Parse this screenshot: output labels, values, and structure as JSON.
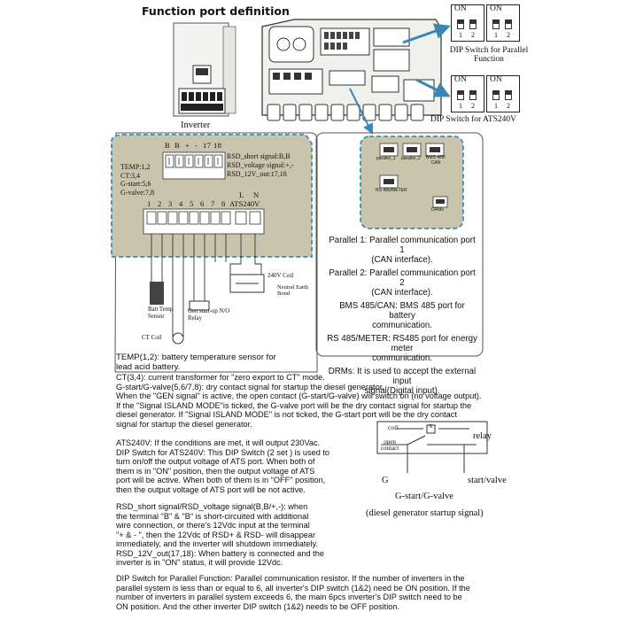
{
  "title": "Function port definition",
  "inverter_label": "Inverter",
  "dip_parallel": {
    "label": "DIP Switch for Parallel Function",
    "on": "ON",
    "numbers": [
      "1",
      "2"
    ]
  },
  "dip_ats": {
    "label": "DIP Switch for ATS240V",
    "on": "ON",
    "numbers": [
      "1",
      "2"
    ]
  },
  "left_panel": {
    "top_terminals": [
      "B",
      "B",
      "+",
      "-",
      "17",
      "18"
    ],
    "top_legend_left": [
      "TEMP:1,2",
      "CT:3,4",
      "G-start:5,6",
      "G-valve:7,8"
    ],
    "top_legend_right": [
      "RSD_short signal:B,B",
      "RSD_voltage signal:+,-",
      "RSD_12V_out:17,18"
    ],
    "bottom_numbers": [
      "1",
      "2",
      "3",
      "4",
      "5",
      "6",
      "7",
      "8"
    ],
    "ats_letters": [
      "L",
      "N"
    ],
    "ats_label": "ATS240V",
    "coil_label": "240V Coil",
    "neutral_label": "Neutral Earth Bond",
    "batt_label": "Batt Temp Sensor",
    "gen_label": "Gen start-up N/O Relay",
    "ct_label": "CT Coil"
  },
  "right_panel": {
    "port_labels": [
      "parallel_1",
      "parallel_2",
      "BMS 485/ CAN",
      "RS 485/METER",
      "DRMs"
    ],
    "items": [
      "Parallel 1: Parallel communication port 1\n(CAN interface).",
      "Parallel 2: Parallel communication port 2\n(CAN interface).",
      "BMS 485/CAN: BMS 485 port for battery\ncommunication.",
      "RS 485/METER: RS485 port for energy meter\ncommunication.",
      "DRMs: It is used to accept the external input\nsignal(Digital input)."
    ]
  },
  "text": {
    "temp": "TEMP(1,2): battery temperature sensor for\n                lead acid battery.",
    "ct_gen": "CT(3,4): current transformer for \"zero export to CT\" mode.\nG-start/G-valve(5,6/7,8): dry contact signal for startup the diesel generator.\nWhen the \"GEN signal\" is active, the open contact (G-start/G-valve) will switch on (no voltage output).\nIf the \"Signal ISLAND MODE\"is ticked, the G-valve port will be the dry contact signal for startup the\ndiesel generator. If \"Signal ISLAND MODE\" is not ticked, the G-start port will be the dry contact\nsignal for startup the diesel generator.",
    "ats": "ATS240V: If the conditions are met, it will output 230Vac.\nDIP Switch for ATS240V: This DIP Switch (2 set ) is used to\nturn on/off the output voltage of ATS port. When both of\nthem is in \"ON\" position, then the output voltage of ATS\nport will be active. When both of them is in \"OFF\" position,\nthen the output voltage of ATS port will be not active.",
    "rsd": "RSD_short signal/RSD_voltage signal(B,B/+,-): when\nthe terminal \"B\" & \"B\" is short-circuited with additional\nwire connection, or there's 12Vdc input at the terminal\n\"+ & - \", then the 12Vdc of RSD+ & RSD- will disappear\nimmediately, and the inverter will shutdown immediately.\nRSD_12V_out(17,18): When battery is connected and the\ninverter is in \"ON\" status, it will provide 12Vdc.",
    "dip_parallel": "DIP Switch for Parallel Function: Parallel communication resistor. If the number of inverters in the\nparallel system is less than or equal to 6, all inverter's DIP switch (1&2) need be ON position. If the\nnumber of inverters in parallel system exceeds 6, the main 6pcs inverter's DIP switch need to be\nON position. And the other inverter DIP switch  (1&2) needs to be OFF position."
  },
  "relay": {
    "coil": "coil",
    "x": "X",
    "relay": "relay",
    "open_contact": "open\ncontact",
    "g": "G",
    "start_valve": "start/valve",
    "g_start_valve": "G-start/G-valve",
    "caption": "(diesel generator startup signal)"
  },
  "colors": {
    "panel_fill": "#c9c5ad",
    "dashed_border": "#3b8fb8",
    "arrow": "#3a86b5"
  }
}
